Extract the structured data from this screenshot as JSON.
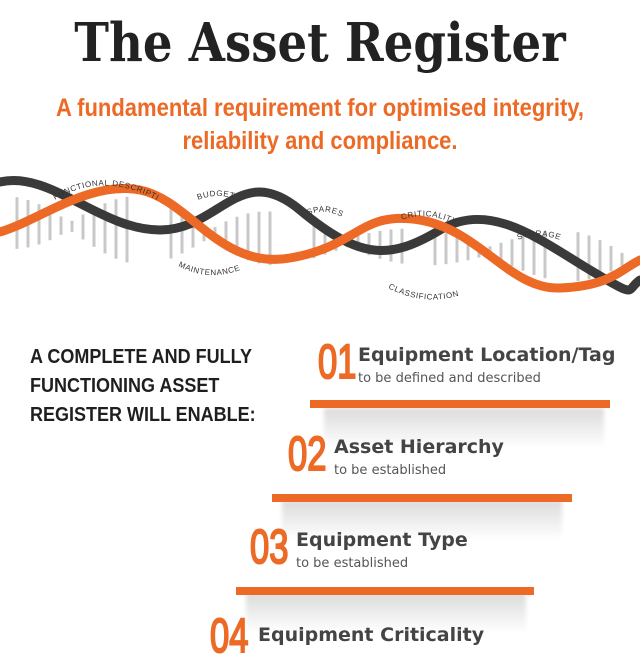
{
  "title": "The Asset Register",
  "subtitle": {
    "line1": "A fundamental requirement for optimised integrity,",
    "line2": "reliability and compliance."
  },
  "dna_labels": {
    "functional_description": "FUNCTIONAL DESCRIPTION",
    "budget": "BUDGET",
    "maintenance": "MAINTENANCE",
    "spares": "SPARES",
    "criticality": "CRITICALITY",
    "classification": "CLASSIFICATION",
    "storage": "STORAGE"
  },
  "enable_heading": {
    "line1": "A COMPLETE AND FULLY",
    "line2": "FUNCTIONING ASSET",
    "line3": "REGISTER WILL ENABLE:"
  },
  "steps": [
    {
      "number": "01",
      "label": "Equipment Location/Tag",
      "desc": "to be defined and described"
    },
    {
      "number": "02",
      "label": "Asset Hierarchy",
      "desc": "to be established"
    },
    {
      "number": "03",
      "label": "Equipment Type",
      "desc": "to be established"
    },
    {
      "number": "04",
      "label": "Equipment Criticality",
      "desc": ""
    }
  ],
  "colors": {
    "accent": "#ec6a25",
    "dark": "#2b2b2b",
    "strand_dark": "#3a3a3a",
    "rung": "#c8c8c8"
  }
}
